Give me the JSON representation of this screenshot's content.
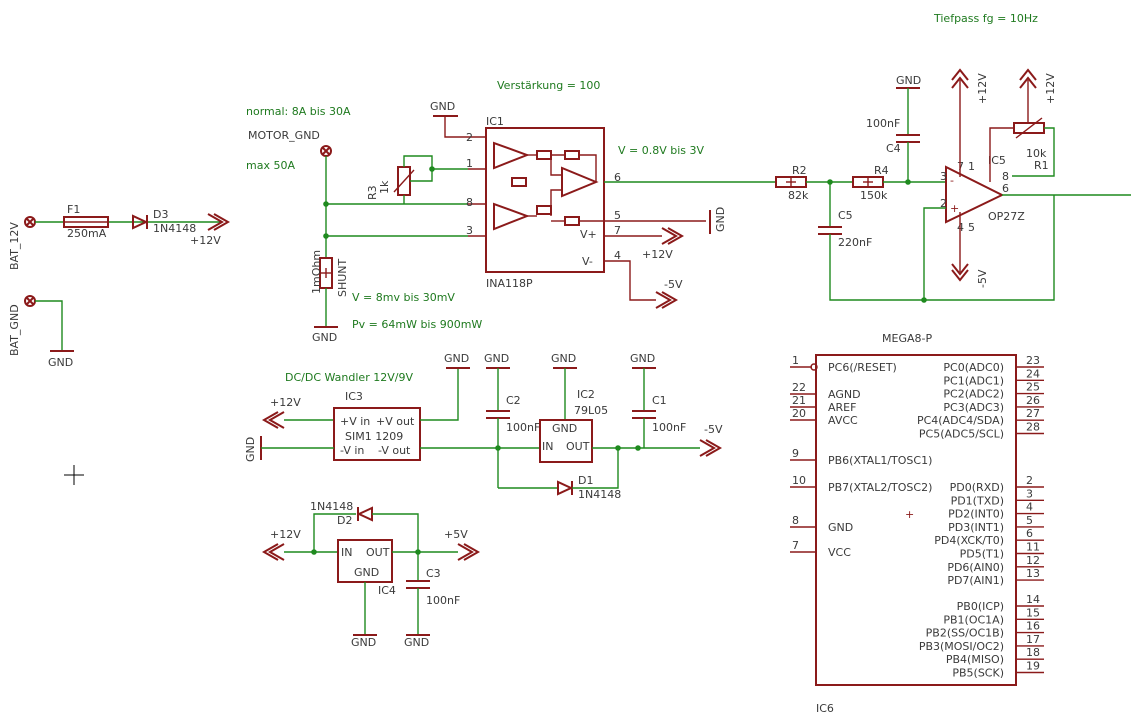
{
  "notes": {
    "tiefpass": "Tiefpass fg = 10Hz",
    "verstaerkung": "Verstärkung = 100",
    "normal": "normal: 8A bis 30A",
    "max": "max 50A",
    "v_out": "V = 0.8V bis 3V",
    "v_shunt": "V = 8mv bis 30mV",
    "pv": "Pv = 64mW bis 900mW",
    "dcdc": "DC/DC Wandler 12V/9V"
  },
  "labels": {
    "gnd": "GND",
    "p12v": "+12V",
    "m5v": "-5V",
    "p5v": "+5V",
    "motor_gnd": "MOTOR_GND",
    "bat_12v": "BAT_12V",
    "bat_gnd": "BAT_GND",
    "vplus": "V+",
    "vminus": "V-",
    "gnd_pin": "GND",
    "in_pin": "IN",
    "out_pin": "OUT"
  },
  "parts": {
    "f1": {
      "name": "F1",
      "value": "250mA"
    },
    "d3": {
      "name": "D3",
      "value": "1N4148"
    },
    "r3": {
      "name": "R3",
      "value": "1k"
    },
    "ic1": {
      "name": "IC1",
      "value": "INA118P"
    },
    "shunt": {
      "name": "SHUNT",
      "value": "1mOhm"
    },
    "r2": {
      "name": "R2",
      "value": "82k"
    },
    "r4": {
      "name": "R4",
      "value": "150k"
    },
    "c5": {
      "name": "C5",
      "value": "220nF"
    },
    "c4": {
      "name": "C4",
      "value": "100nF"
    },
    "ic5": {
      "name": "IC5",
      "value": "OP27Z"
    },
    "r1": {
      "name": "R1",
      "value": "10k"
    },
    "ic3": {
      "name": "IC3",
      "value": "SIM1 1209",
      "vin": "+V in",
      "vout": "+V out",
      "min": "-V in",
      "mout": "-V out"
    },
    "c2": {
      "name": "C2",
      "value": "100nF"
    },
    "ic2": {
      "name": "IC2",
      "value": "79L05"
    },
    "c1": {
      "name": "C1",
      "value": "100nF"
    },
    "d1": {
      "name": "D1",
      "value": "1N4148"
    },
    "d2": {
      "name": "D2",
      "value": "1N4148"
    },
    "ic4": {
      "name": "IC4"
    },
    "c3": {
      "name": "C3",
      "value": "100nF"
    },
    "ic6": {
      "name": "IC6",
      "value": "MEGA8-P"
    }
  },
  "ic1_pins": [
    "2",
    "1",
    "8",
    "3",
    "6",
    "5",
    "7",
    "4"
  ],
  "ic5_pins": [
    "3",
    "2",
    "6",
    "7",
    "4",
    "5",
    "1",
    "8"
  ],
  "mega8": {
    "left": [
      {
        "num": "1",
        "name": "PC6(/RESET)"
      },
      {
        "num": "22",
        "name": "AGND"
      },
      {
        "num": "21",
        "name": "AREF"
      },
      {
        "num": "20",
        "name": "AVCC"
      },
      {
        "num": "9",
        "name": "PB6(XTAL1/TOSC1)"
      },
      {
        "num": "10",
        "name": "PB7(XTAL2/TOSC2)"
      },
      {
        "num": "8",
        "name": "GND"
      },
      {
        "num": "7",
        "name": "VCC"
      }
    ],
    "right": [
      {
        "num": "23",
        "name": "PC0(ADC0)"
      },
      {
        "num": "24",
        "name": "PC1(ADC1)"
      },
      {
        "num": "25",
        "name": "PC2(ADC2)"
      },
      {
        "num": "26",
        "name": "PC3(ADC3)"
      },
      {
        "num": "27",
        "name": "PC4(ADC4/SDA)"
      },
      {
        "num": "28",
        "name": "PC5(ADC5/SCL)"
      },
      {
        "num": "2",
        "name": "PD0(RXD)"
      },
      {
        "num": "3",
        "name": "PD1(TXD)"
      },
      {
        "num": "4",
        "name": "PD2(INT0)"
      },
      {
        "num": "5",
        "name": "PD3(INT1)"
      },
      {
        "num": "6",
        "name": "PD4(XCK/T0)"
      },
      {
        "num": "11",
        "name": "PD5(T1)"
      },
      {
        "num": "12",
        "name": "PD6(AIN0)"
      },
      {
        "num": "13",
        "name": "PD7(AIN1)"
      },
      {
        "num": "14",
        "name": "PB0(ICP)"
      },
      {
        "num": "15",
        "name": "PB1(OC1A)"
      },
      {
        "num": "16",
        "name": "PB2(SS/OC1B)"
      },
      {
        "num": "17",
        "name": "PB3(MOSI/OC2)"
      },
      {
        "num": "18",
        "name": "PB4(MISO)"
      },
      {
        "num": "19",
        "name": "PB5(SCK)"
      }
    ]
  },
  "colors": {
    "part": "#8b1a1a",
    "wire": "#1f8a1f",
    "text": "#3a3a3a",
    "note": "#1f7a1f"
  }
}
